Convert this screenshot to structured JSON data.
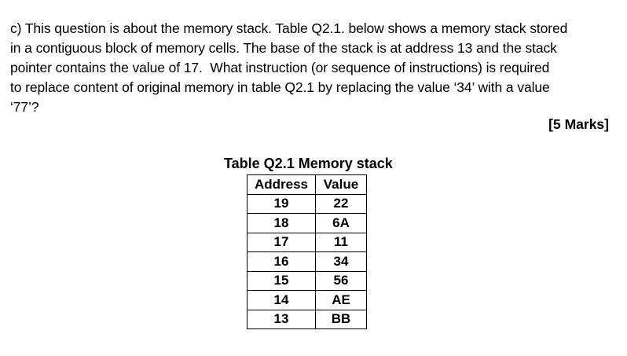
{
  "question": {
    "lines": [
      "c) This question is about the memory stack. Table Q2.1. below shows a memory stack stored",
      "in a contiguous block of memory cells. The base of the stack is at address 13 and the stack",
      "pointer contains the value of 17.  What instruction (or sequence of instructions) is required",
      "to replace content of original memory in table Q2.1 by replacing the value ‘34’ with a value",
      "‘77’?"
    ],
    "marks": "[5 Marks]"
  },
  "table": {
    "title": "Table Q2.1 Memory stack",
    "headers": [
      "Address",
      "Value"
    ],
    "rows": [
      {
        "address": "19",
        "value": "22"
      },
      {
        "address": "18",
        "value": "6A"
      },
      {
        "address": "17",
        "value": "11"
      },
      {
        "address": "16",
        "value": "34"
      },
      {
        "address": "15",
        "value": "56"
      },
      {
        "address": "14",
        "value": "AE"
      },
      {
        "address": "13",
        "value": "BB"
      }
    ]
  },
  "colors": {
    "text": "#000000",
    "background": "#ffffff",
    "table_border": "#000000"
  }
}
